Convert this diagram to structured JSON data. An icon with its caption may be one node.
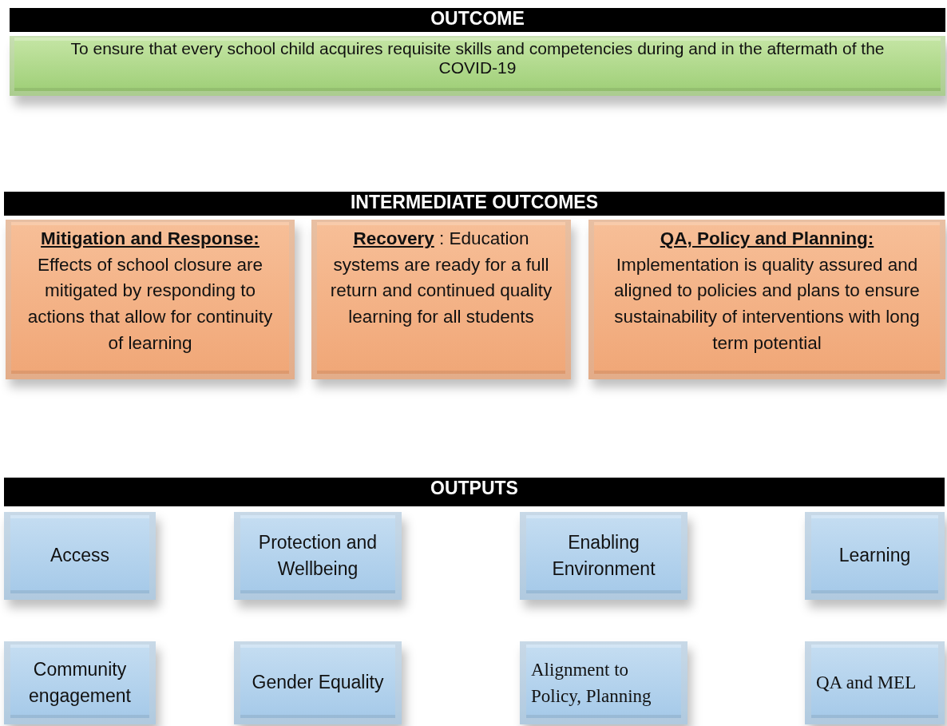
{
  "diagram": {
    "nodes": [
      {
        "text": [
          "OUTCOME"
        ]
      },
      {
        "text": [
          "To ensure that every school child acquires requisite skills and competencies during and in the aftermath of the COVID-19"
        ]
      },
      {
        "text": [
          "INTERMEDIATE OUTCOMES"
        ]
      },
      {
        "text": [
          "Mitigation and Response:",
          "Effects of school closure are mitigated by responding to actions that allow for continuity of learning"
        ]
      },
      {
        "text": [
          "**Recovery** : Education systems are ready for a full return and continued quality learning for all students"
        ]
      },
      {
        "text": [
          "QA, Policy and Planning:",
          "Implementation is quality assured and aligned to policies and plans to ensure sustainability of interventions with long term potential"
        ]
      },
      {
        "text": [
          "OUTPUTS"
        ]
      },
      {
        "text": [
          "Access"
        ]
      },
      {
        "text": [
          "Protection and Wellbeing"
        ]
      },
      {
        "text": [
          "Enabling Environment"
        ]
      },
      {
        "text": [
          "Learning"
        ]
      },
      {
        "text": [
          "Community engagement"
        ]
      },
      {
        "text": [
          "Gender Equality"
        ]
      },
      {
        "text": [
          "Alignment to Policy, Planning"
        ]
      },
      {
        "text": [
          "QA and MEL"
        ]
      }
    ]
  }
}
